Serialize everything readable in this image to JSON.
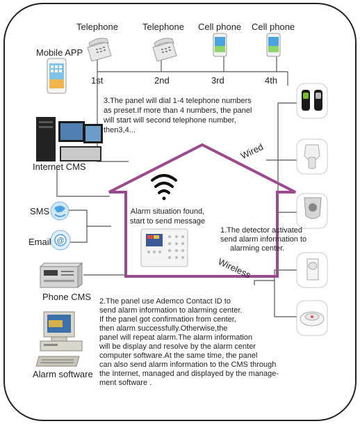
{
  "phones": [
    {
      "label": "Telephone",
      "order": "1st"
    },
    {
      "label": "Telephone",
      "order": "2nd"
    },
    {
      "label": "Cell phone",
      "order": "3rd"
    },
    {
      "label": "Cell phone",
      "order": "4th"
    }
  ],
  "left_devices": {
    "mobile_app": "Mobile APP",
    "internet_cms": "Internet CMS",
    "sms": "SMS",
    "email": "Email",
    "phone_cms": "Phone CMS",
    "alarm_software": "Alarm software"
  },
  "links": {
    "wired": "Wired",
    "wireless": "Wireless"
  },
  "house_text": {
    "line1": "Alarm situation found,",
    "line2": "start to send message"
  },
  "notes": {
    "dial": [
      "3.The panel will dial 1-4 telephone numbers",
      "as preset.If more than 4 numbers, the panel",
      "will start will second telephone number,",
      "then3,4..."
    ],
    "detector": [
      "1.The detector activated",
      "send alarm information to",
      "alarming center."
    ],
    "contact_id": [
      "2.The panel use Ademco Contact ID to",
      "send alarm information to alarming center.",
      "If the panel got confirmation from center,",
      "then alarm successfully.Otherwise,the",
      "panel will repeat alarm.The alarm information",
      "will be display and resolve by the alarm center",
      "computer software.At the same time, the panel",
      "can also send alarm information to the CMS through",
      "the Internet, managed and displayed by the manage-",
      "ment software ."
    ]
  },
  "colors": {
    "house": "#9c4a8e",
    "line": "#555555",
    "border": "#222222"
  }
}
